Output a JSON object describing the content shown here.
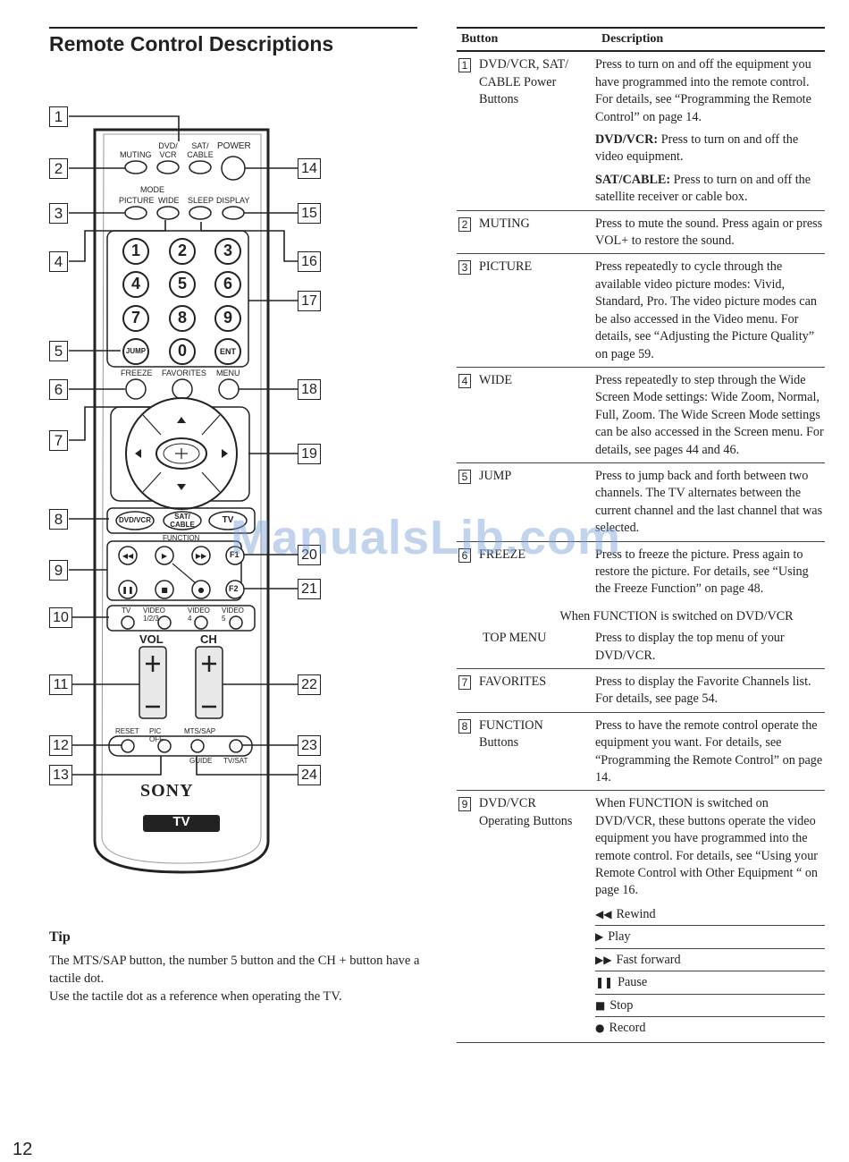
{
  "page": {
    "title": "Remote Control Descriptions",
    "page_number": "12",
    "watermark": "ManualsLib.com"
  },
  "remote": {
    "top_labels": {
      "dvd_vcr": "DVD/\nVCR",
      "sat_cable": "SAT/\nCABLE",
      "muting": "MUTING",
      "power": "POWER",
      "mode": "MODE",
      "picture": "PICTURE",
      "wide": "WIDE",
      "sleep": "SLEEP",
      "display": "DISPLAY"
    },
    "digits": [
      "1",
      "2",
      "3",
      "4",
      "5",
      "6",
      "7",
      "8",
      "9",
      "JUMP",
      "0",
      "ENT"
    ],
    "mid_labels": {
      "freeze": "FREEZE",
      "favorites": "FAVORITES",
      "menu": "MENU",
      "function": "FUNCTION",
      "f1": "F1",
      "f2": "F2"
    },
    "function_buttons": [
      "DVD/VCR",
      "SAT/ CABLE",
      "TV"
    ],
    "inputs": [
      "TV",
      "VIDEO 1/2/3",
      "VIDEO 4",
      "VIDEO 5"
    ],
    "vol": "VOL",
    "ch": "CH",
    "bottom_labels": {
      "reset": "RESET",
      "pic_off": "PIC OFF",
      "mts_sap": "MTS/SAP",
      "guide": "GUIDE",
      "tv_sat": "TV/SAT"
    },
    "brand": "SONY",
    "badge": "TV",
    "callouts": [
      "1",
      "2",
      "3",
      "4",
      "5",
      "6",
      "7",
      "8",
      "9",
      "10",
      "11",
      "12",
      "13",
      "14",
      "15",
      "16",
      "17",
      "18",
      "19",
      "20",
      "21",
      "22",
      "23",
      "24"
    ]
  },
  "tip": {
    "title": "Tip",
    "lines": [
      "The MTS/SAP button, the number 5 button and the CH + button have a tactile dot.",
      "Use the tactile dot as a reference when operating the TV."
    ]
  },
  "table": {
    "headers": [
      "Button",
      "Description"
    ],
    "rows": [
      {
        "num": "1",
        "button": "DVD/VCR, SAT/ CABLE Power Buttons",
        "paras": [
          {
            "bold": "",
            "text": "Press to turn on and off the equipment you have programmed into the remote control. For details, see “Programming the Remote Control” on page 14."
          },
          {
            "bold": "DVD/VCR:",
            "text": " Press to turn on and off the video equipment."
          },
          {
            "bold": "SAT/CABLE:",
            "text": " Press to turn on and off the satellite receiver or cable box."
          }
        ]
      },
      {
        "num": "2",
        "button": "MUTING",
        "paras": [
          {
            "bold": "",
            "text": "Press to mute the sound. Press again or press VOL+ to restore the sound."
          }
        ]
      },
      {
        "num": "3",
        "button": "PICTURE",
        "paras": [
          {
            "bold": "",
            "text": "Press repeatedly to cycle through the available video picture modes: Vivid, Standard, Pro. The video picture modes can be also accessed in the Video menu. For details, see “Adjusting the Picture Quality” on page 59."
          }
        ]
      },
      {
        "num": "4",
        "button": "WIDE",
        "paras": [
          {
            "bold": "",
            "text": "Press repeatedly to step through the Wide Screen Mode settings: Wide Zoom, Normal, Full, Zoom. The Wide Screen Mode settings can be also accessed in the Screen menu. For details, see pages 44 and 46."
          }
        ]
      },
      {
        "num": "5",
        "button": "JUMP",
        "paras": [
          {
            "bold": "",
            "text": "Press to jump back and forth between two channels. The TV alternates between the current channel and the last channel that was selected."
          }
        ]
      },
      {
        "num": "6",
        "button": "FREEZE",
        "paras": [
          {
            "bold": "",
            "text": "Press to freeze the picture. Press again to restore the picture. For details, see “Using the Freeze Function” on page 48."
          }
        ]
      }
    ],
    "function_note": "When FUNCTION is switched on DVD/VCR",
    "top_menu": {
      "button": "TOP MENU",
      "text": "Press to display the top menu of your DVD/VCR."
    },
    "rows2": [
      {
        "num": "7",
        "button": "FAVORITES",
        "text": "Press to display the Favorite Channels list. For details, see page 54."
      },
      {
        "num": "8",
        "button": "FUNCTION Buttons",
        "text": "Press to have the remote control operate the equipment you want. For details, see “Programming the Remote Control” on page 14."
      },
      {
        "num": "9",
        "button": "DVD/VCR Operating Buttons",
        "text": "When FUNCTION is switched on DVD/VCR, these buttons operate the video equipment you have programmed into the remote control. For details, see “Using your Remote Control with Other Equipment “ on page 16."
      }
    ],
    "dvd_ops": [
      {
        "symbol": "◀◀",
        "label": "Rewind"
      },
      {
        "symbol": "▶",
        "label": "Play"
      },
      {
        "symbol": "▶▶",
        "label": "Fast forward"
      },
      {
        "symbol": "❚❚",
        "label": "Pause"
      },
      {
        "symbol": "■",
        "label": "Stop"
      },
      {
        "symbol": "●",
        "label": "Record"
      }
    ]
  }
}
